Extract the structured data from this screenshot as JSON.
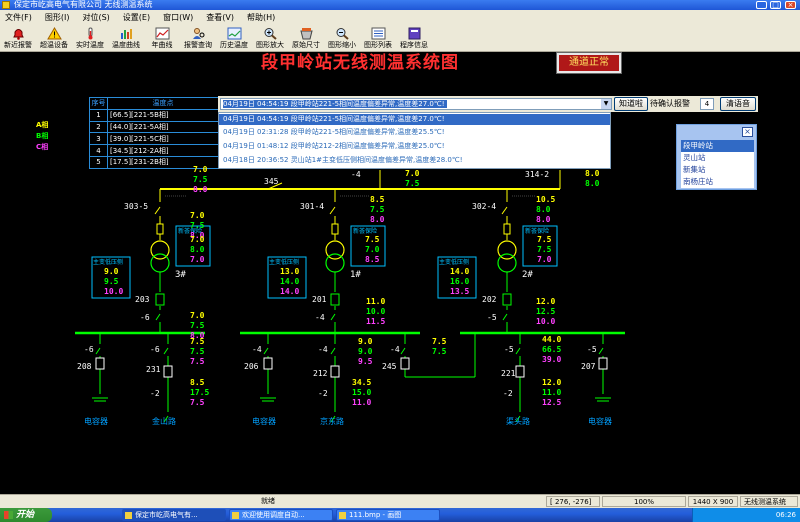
{
  "window": {
    "title": "保定市屹高电气有限公司  无线测温系统"
  },
  "menu": [
    "文件(F)",
    "图形(I)",
    "对位(S)",
    "设置(E)",
    "窗口(W)",
    "查看(V)",
    "帮助(H)"
  ],
  "toolbar": [
    {
      "label": "新近报警",
      "icon": "alarm-bell-icon"
    },
    {
      "label": "超温设备",
      "icon": "warning-triangle-icon"
    },
    {
      "label": "实时温度",
      "icon": "thermometer-icon"
    },
    {
      "label": "温度曲线",
      "icon": "bar-chart-icon"
    },
    {
      "label": "年曲线",
      "icon": "calendar-chart-icon"
    },
    {
      "label": "报警查询",
      "icon": "person-search-icon"
    },
    {
      "label": "历史温度",
      "icon": "history-chart-icon"
    },
    {
      "label": "图形放大",
      "icon": "zoom-in-icon"
    },
    {
      "label": "原始尺寸",
      "icon": "original-size-icon"
    },
    {
      "label": "图形缩小",
      "icon": "zoom-out-icon"
    },
    {
      "label": "图形列表",
      "icon": "list-icon"
    },
    {
      "label": "程序信息",
      "icon": "info-book-icon"
    }
  ],
  "diagram": {
    "title": "段甲岭站无线测温系统图",
    "channel_status": "通道正常",
    "phase_legend": [
      {
        "label": "A相",
        "color": "#ffff00"
      },
      {
        "label": "B相",
        "color": "#00ff00"
      },
      {
        "label": "C相",
        "color": "#ff40ff"
      }
    ],
    "point_table": {
      "headers": [
        "序号",
        "温度点"
      ],
      "rows": [
        {
          "no": "1",
          "point": "[66.5][221-5B相]"
        },
        {
          "no": "2",
          "point": "[44.0][221-5A相]"
        },
        {
          "no": "3",
          "point": "[39.0][221-5C相]"
        },
        {
          "no": "4",
          "point": "[34.5][212-2A相]"
        },
        {
          "no": "5",
          "point": "[17.5][231-2B相]"
        }
      ]
    },
    "labels": {
      "sw345": "345",
      "sw303_5": "303-5",
      "sw301_4": "301-4",
      "sw302_4": "302-4",
      "sw314_2": "314-2",
      "sw4": "-4",
      "t3": "3#",
      "t1": "1#",
      "t2": "2#",
      "sw203": "203",
      "sw201": "201",
      "sw202": "202",
      "sw6a": "-6",
      "sw4a": "-4",
      "sw5a": "-5",
      "sw208": "208",
      "sw231": "231",
      "sw206": "206",
      "sw212": "212",
      "sw245": "245",
      "sw221": "221",
      "sw207": "207",
      "sw6b": "-6",
      "sw6c": "-6",
      "sw2a": "-2",
      "sw4b": "-4",
      "sw4c": "-4",
      "sw2b": "-2",
      "sw4d": "-4",
      "sw5b": "-5",
      "sw5c": "-5",
      "sw2c": "-2",
      "cap1": "电容器",
      "jinshan": "金山路",
      "cap2": "电容器",
      "jingdong": "京东路",
      "yuetou": "渠头路",
      "cap3": "电容器",
      "box_xinbao": "新荟保险",
      "box_zhubian": "主变低压侧"
    },
    "readings": {
      "top_345": [
        "7.0",
        "7.5",
        "8.0"
      ],
      "top_4": [
        "7.0",
        "7.5"
      ],
      "top_314": [
        "8.0",
        "8.0"
      ],
      "r303": [
        "7.0",
        "7.5",
        "8.0"
      ],
      "r301": [
        "8.5",
        "7.5",
        "8.0"
      ],
      "r302": [
        "10.5",
        "8.0",
        "8.0"
      ],
      "box3_top": [
        "7.0",
        "8.0",
        "7.0"
      ],
      "box1_top": [
        "7.5",
        "7.0",
        "8.5"
      ],
      "box2_top": [
        "7.5",
        "7.5",
        "7.0"
      ],
      "box3_low": [
        "9.0",
        "9.5",
        "10.0"
      ],
      "box1_low": [
        "13.0",
        "14.0",
        "14.0"
      ],
      "box2_low": [
        "14.0",
        "16.0",
        "13.5"
      ],
      "r203": [
        "7.0",
        "7.5",
        "8.0"
      ],
      "r201": [
        "11.0",
        "10.0",
        "11.5"
      ],
      "r202": [
        "12.0",
        "12.5",
        "10.0"
      ],
      "r231a": [
        "7.5",
        "7.5",
        "7.5"
      ],
      "r212a": [
        "9.0",
        "9.0",
        "9.5"
      ],
      "r245": [
        "7.5",
        "7.5"
      ],
      "r221a": [
        "44.0",
        "66.5",
        "39.0"
      ],
      "r231b": [
        "8.5",
        "17.5",
        "7.5"
      ],
      "r212b": [
        "34.5",
        "15.0",
        "11.0"
      ],
      "r221b": [
        "12.0",
        "11.0",
        "12.5"
      ]
    }
  },
  "alarm": {
    "current": "04月19日  04:54:19  段甲岭站221-5相间温度偏差异常,温度差27.0℃!",
    "ack_button": "知道啦",
    "pending_label": "待确认报警",
    "pending_count": "4",
    "clear_button": "清语音",
    "list": [
      "04月19日  04:54:19  段甲岭站221-5相间温度偏差异常,温度差27.0℃!",
      "04月19日  02:31:28  段甲岭站221-5相间温度偏差异常,温度差25.5℃!",
      "04月19日  01:48:12  段甲岭站212-2相间温度偏差异常,温度差25.0℃!",
      "04月18日  20:36:52  灵山站1#主变低压侧相间温度偏差异常,温度差28.0℃!"
    ]
  },
  "stations": [
    "段甲岭站",
    "灵山站",
    "新集站",
    "南杨庄站"
  ],
  "status": {
    "ready": "就绪",
    "coords": "[ 276, -276]",
    "zoom": "100%",
    "size": "1440 X 900",
    "app": "无线测温系统"
  },
  "taskbar": {
    "start": "开始",
    "items": [
      "保定市屹高电气有...",
      "欢迎使用调度自动...",
      "111.bmp - 画图"
    ],
    "clock": "06:26"
  }
}
